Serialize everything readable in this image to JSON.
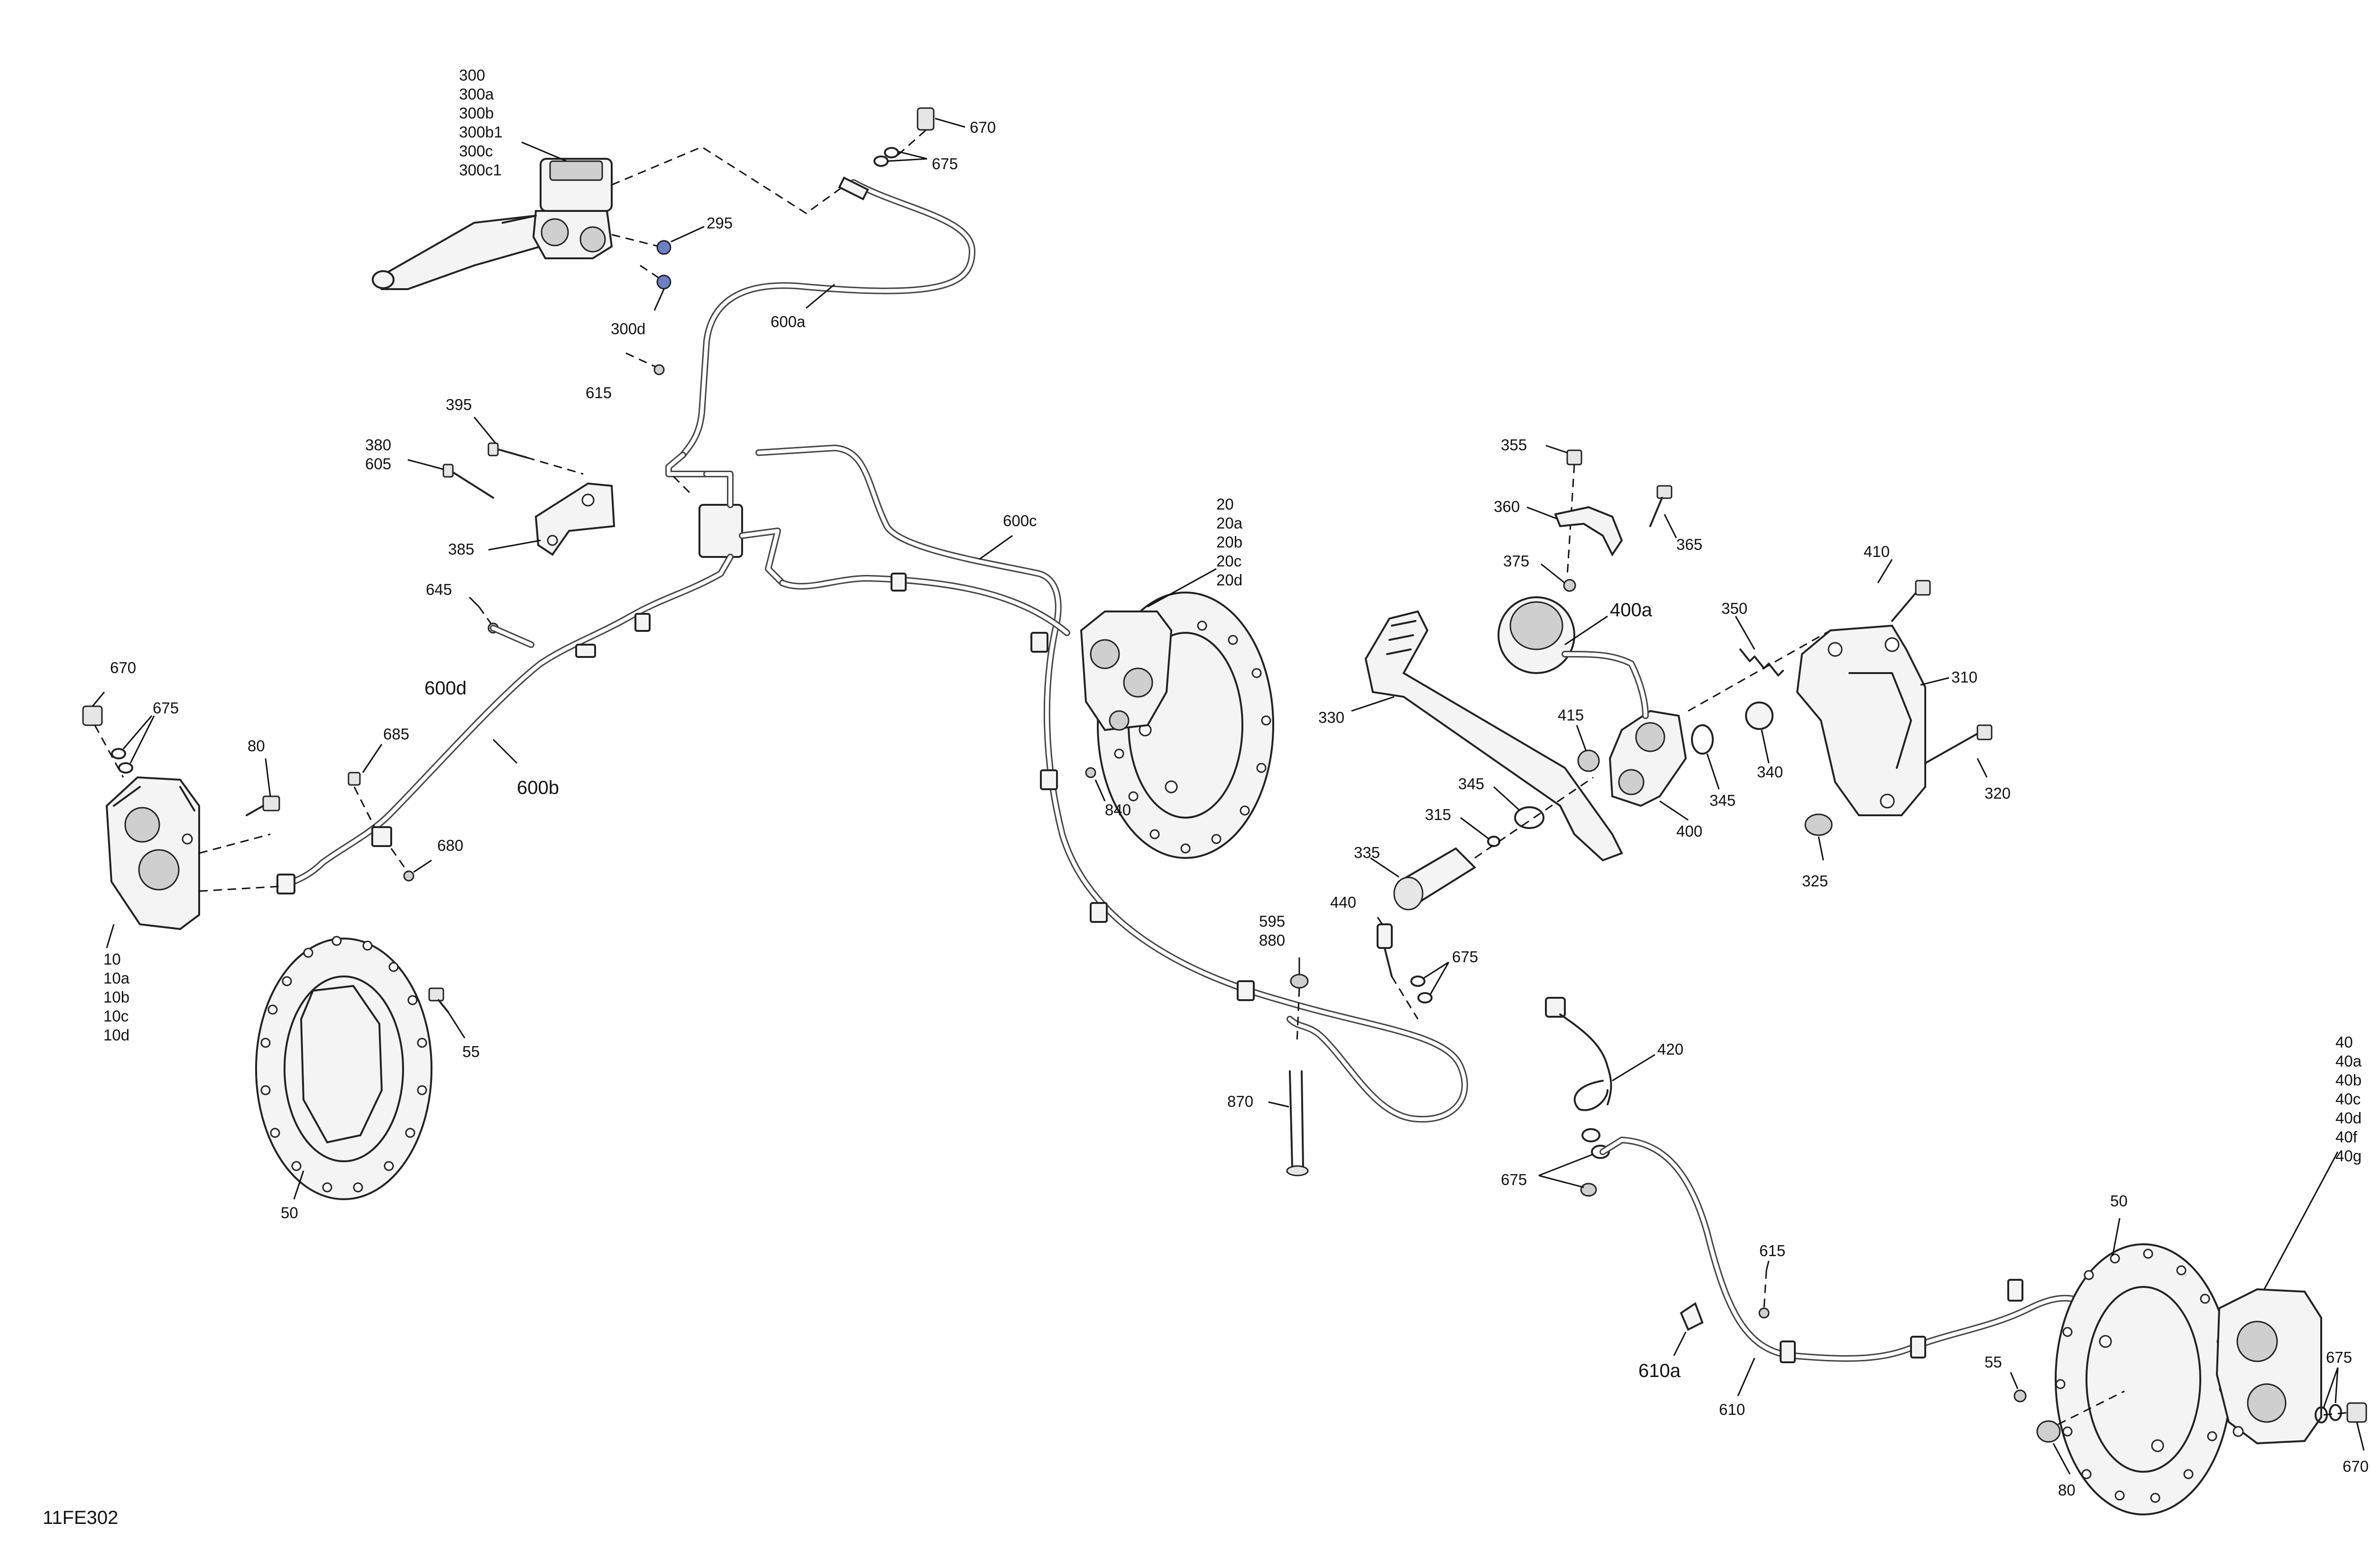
{
  "diagram_code": "11FE302",
  "callouts": {
    "c300_group": [
      "300",
      "300a",
      "300b",
      "300b1",
      "300c",
      "300c1"
    ],
    "c670_top": "670",
    "c675_top": "675",
    "c295": "295",
    "c300d": "300d",
    "c600a": "600a",
    "c615_top": "615",
    "c395": "395",
    "c380_group": [
      "380",
      "605"
    ],
    "c385": "385",
    "c645": "645",
    "c600d": "600d",
    "c600b": "600b",
    "c600c": "600c",
    "c670_left": "670",
    "c675_left": "675",
    "c80_left": "80",
    "c685": "685",
    "c680": "680",
    "c10_group": [
      "10",
      "10a",
      "10b",
      "10c",
      "10d"
    ],
    "c55_left": "55",
    "c50_left": "50",
    "c20_group": [
      "20",
      "20a",
      "20b",
      "20c",
      "20d"
    ],
    "c840": "840",
    "c595_group": [
      "595",
      "880"
    ],
    "c870": "870",
    "c440": "440",
    "c675_mid": "675",
    "c355": "355",
    "c360": "360",
    "c365": "365",
    "c375": "375",
    "c400a": "400a",
    "c350": "350",
    "c410": "410",
    "c310": "310",
    "c330": "330",
    "c415": "415",
    "c345_left": "345",
    "c345_right": "345",
    "c340": "340",
    "c320": "320",
    "c315": "315",
    "c400": "400",
    "c325": "325",
    "c335": "335",
    "c420": "420",
    "c675_lower": "675",
    "c40_group": [
      "40",
      "40a",
      "40b",
      "40c",
      "40d",
      "40f",
      "40g"
    ],
    "c50_right": "50",
    "c615_lower": "615",
    "c610a": "610a",
    "c610": "610",
    "c55_right": "55",
    "c80_right": "80",
    "c675_right": "675",
    "c670_right": "670"
  }
}
